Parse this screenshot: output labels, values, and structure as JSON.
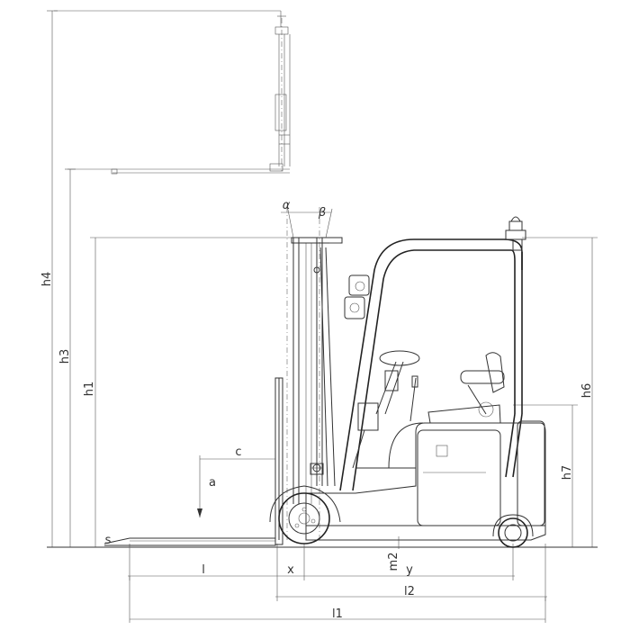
{
  "labels": {
    "h4": "h4",
    "h3": "h3",
    "h1": "h1",
    "h6": "h6",
    "h7": "h7",
    "alpha": "α",
    "beta": "β",
    "c": "c",
    "a": "a",
    "s": "s",
    "m2": "m2",
    "l": "l",
    "x": "x",
    "y": "y",
    "l2": "l2",
    "l1": "l1"
  }
}
